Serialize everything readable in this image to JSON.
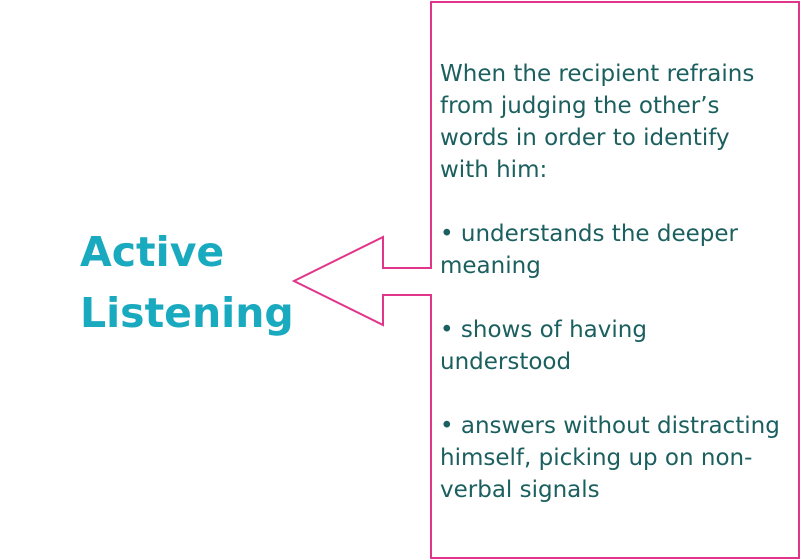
{
  "title": {
    "lines": [
      "Active",
      "Listening"
    ]
  },
  "description": {
    "intro_lines": [
      "When the recipient refrains",
      "from judging the other’s",
      "words in order to identify",
      "with him:"
    ],
    "points": [
      {
        "lines": [
          "• understands the deeper",
          "meaning"
        ]
      },
      {
        "lines": [
          "• shows of having",
          "understood"
        ]
      },
      {
        "lines": [
          "• answers without distracting",
          "himself, picking up on non-",
          "verbal signals"
        ]
      }
    ]
  },
  "colors": {
    "title": "#1aaabf",
    "body_text": "#1c5f5f",
    "outline": "#e0358a"
  }
}
